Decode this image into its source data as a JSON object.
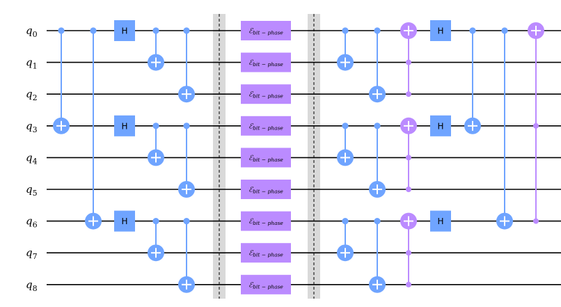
{
  "circuit": {
    "qubits": [
      {
        "name": "q",
        "index": "0"
      },
      {
        "name": "q",
        "index": "1"
      },
      {
        "name": "q",
        "index": "2"
      },
      {
        "name": "q",
        "index": "3"
      },
      {
        "name": "q",
        "index": "4"
      },
      {
        "name": "q",
        "index": "5"
      },
      {
        "name": "q",
        "index": "6"
      },
      {
        "name": "q",
        "index": "7"
      },
      {
        "name": "q",
        "index": "8"
      }
    ],
    "hadamard_label": "H",
    "error_channel": {
      "symbol": "ℰ",
      "subscript": "bit − phase"
    },
    "colors": {
      "wire": "#000000",
      "hadamard": "#6fa4ff",
      "cnot": "#6fa4ff",
      "ccz": "#bb8bff",
      "error_box": "#bb8bff",
      "barrier": "#d9d9d9"
    },
    "gates": [
      {
        "type": "cx",
        "control": 0,
        "target": 3
      },
      {
        "type": "cx",
        "control": 0,
        "target": 6
      },
      {
        "type": "h",
        "qubits": [
          0,
          3,
          6
        ]
      },
      {
        "type": "cx",
        "control": 0,
        "target": 1
      },
      {
        "type": "cx",
        "control": 3,
        "target": 4
      },
      {
        "type": "cx",
        "control": 6,
        "target": 7
      },
      {
        "type": "cx",
        "control": 0,
        "target": 2
      },
      {
        "type": "cx",
        "control": 3,
        "target": 5
      },
      {
        "type": "cx",
        "control": 6,
        "target": 8
      },
      {
        "type": "barrier"
      },
      {
        "type": "error",
        "qubits": [
          0,
          1,
          2,
          3,
          4,
          5,
          6,
          7,
          8
        ]
      },
      {
        "type": "barrier"
      },
      {
        "type": "cx",
        "control": 0,
        "target": 1
      },
      {
        "type": "cx",
        "control": 3,
        "target": 4
      },
      {
        "type": "cx",
        "control": 6,
        "target": 7
      },
      {
        "type": "cx",
        "control": 0,
        "target": 2
      },
      {
        "type": "cx",
        "control": 3,
        "target": 5
      },
      {
        "type": "cx",
        "control": 6,
        "target": 8
      },
      {
        "type": "ccx",
        "controls": [
          1,
          2
        ],
        "target": 0
      },
      {
        "type": "ccx",
        "controls": [
          4,
          5
        ],
        "target": 3
      },
      {
        "type": "ccx",
        "controls": [
          7,
          8
        ],
        "target": 6
      },
      {
        "type": "h",
        "qubits": [
          0,
          3,
          6
        ]
      },
      {
        "type": "cx",
        "control": 0,
        "target": 3
      },
      {
        "type": "cx",
        "control": 0,
        "target": 6
      },
      {
        "type": "ccx",
        "controls": [
          3,
          6
        ],
        "target": 0
      }
    ]
  }
}
